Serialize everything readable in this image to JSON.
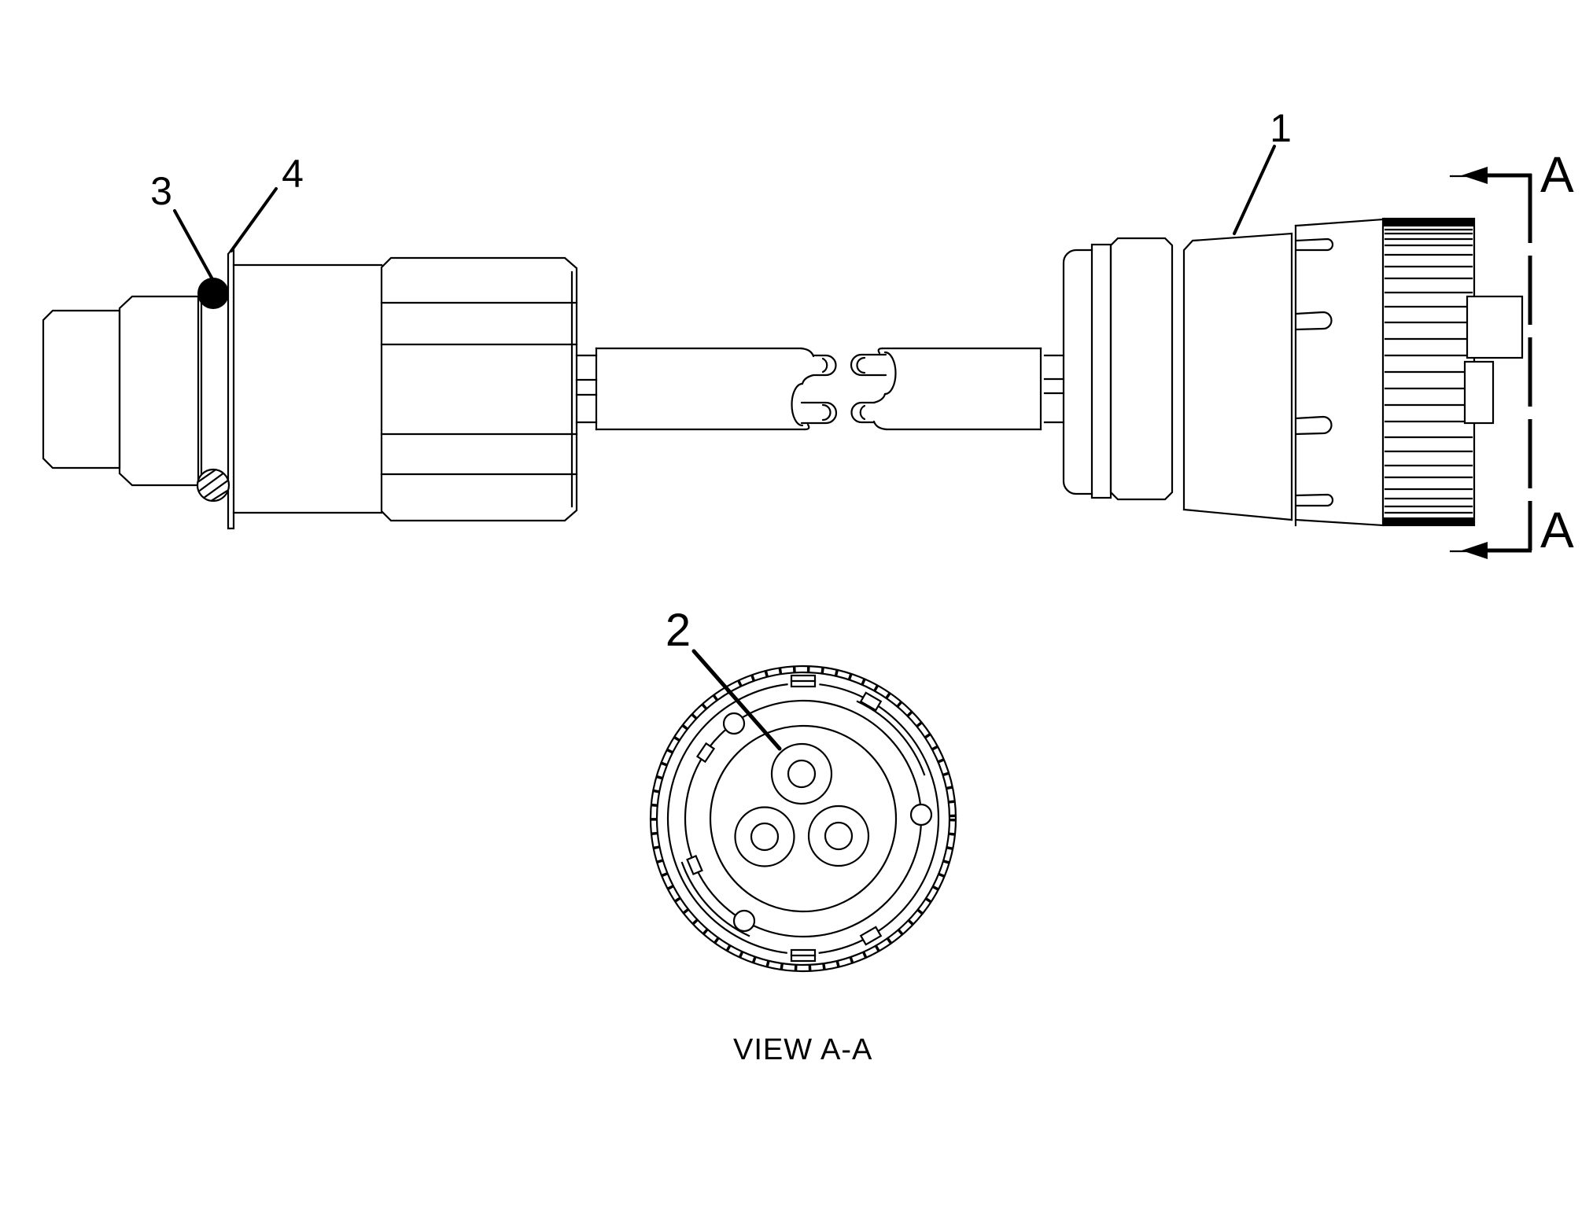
{
  "diagram": {
    "colors": {
      "background": "#ffffff",
      "line": "#000000"
    },
    "callouts": {
      "c1": "1",
      "c2": "2",
      "c3": "3",
      "c4": "4"
    },
    "section_markers": {
      "top": "A",
      "bottom": "A"
    },
    "view_label": {
      "word": "VIEW",
      "reference": "A-A"
    }
  }
}
